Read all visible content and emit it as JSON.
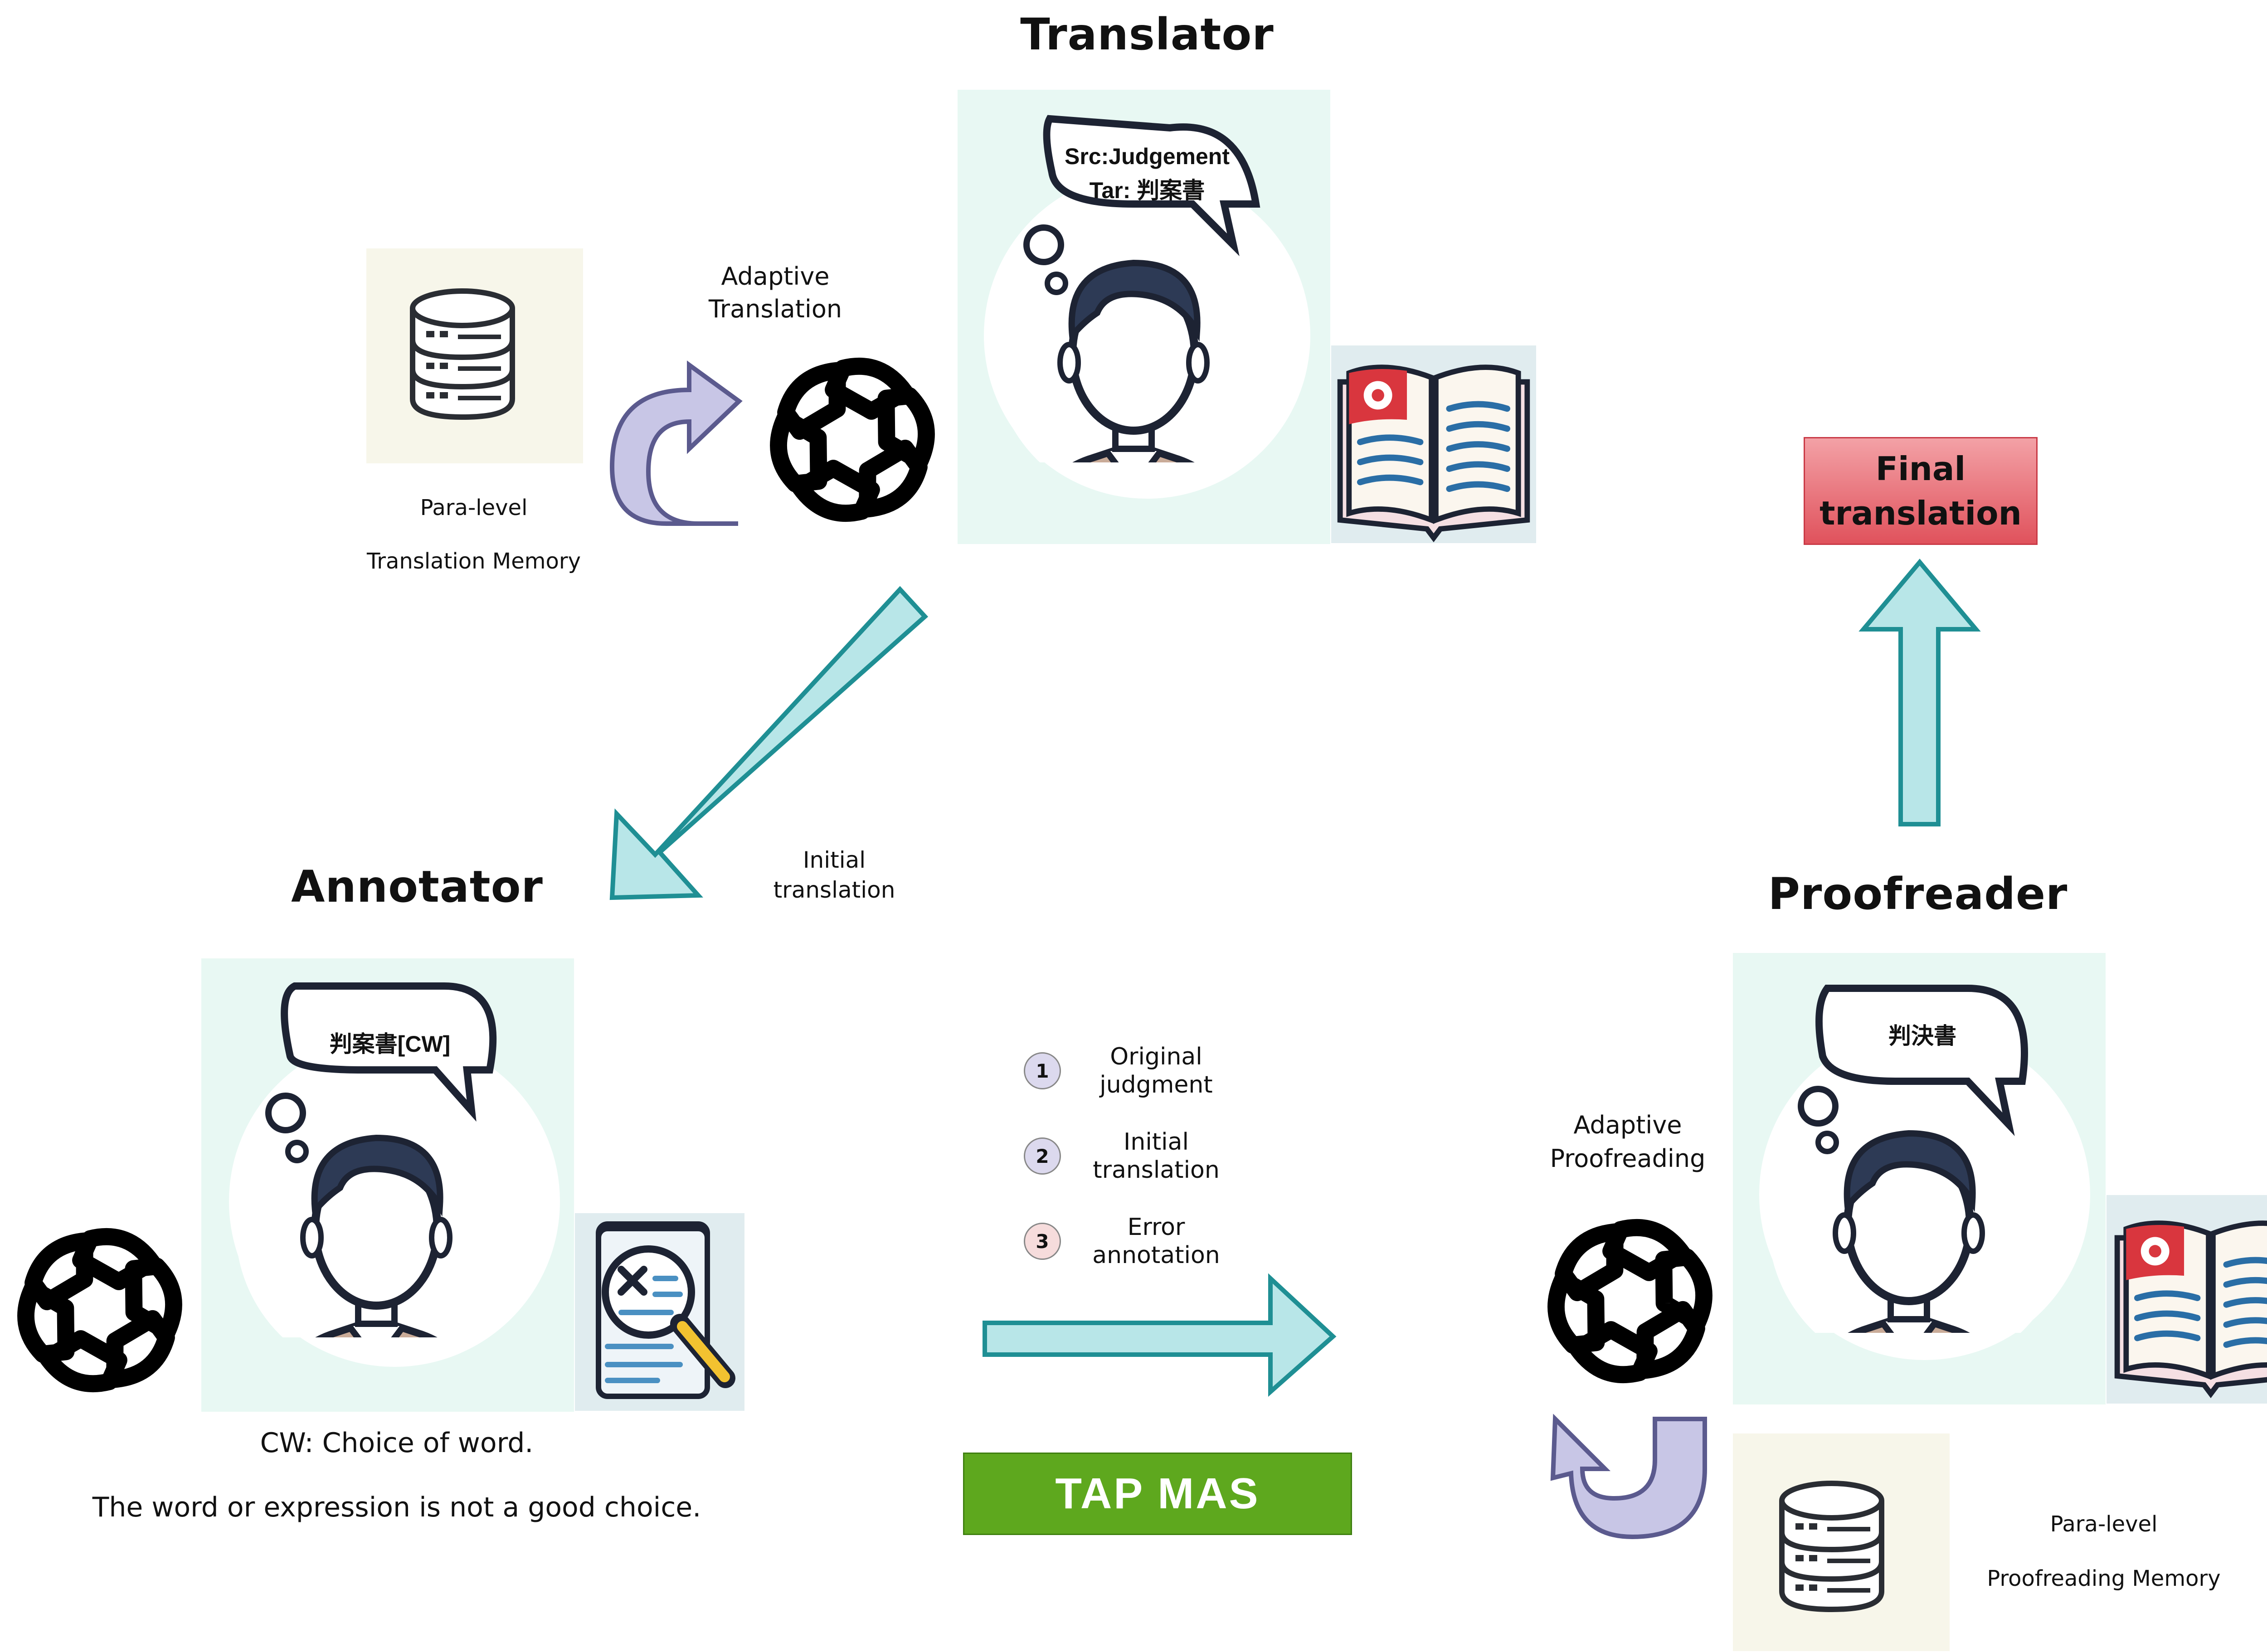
{
  "roles": {
    "translator": "Translator",
    "annotator": "Annotator",
    "proofreader": "Proofreader"
  },
  "translator": {
    "bubble_line1": "Src:Judgement",
    "bubble_line2": "Tar: 判案書",
    "adaptive_line1": "Adaptive",
    "adaptive_line2": "Translation",
    "memory_line1": "Para-level",
    "memory_line2": "Translation Memory"
  },
  "annotator": {
    "bubble": "判案書[CW]",
    "cw_line1": "CW: Choice of word.",
    "cw_line2": "The word or expression is not a good choice."
  },
  "proofreader": {
    "bubble": "判決書",
    "adaptive_line1": "Adaptive",
    "adaptive_line2": "Proofreading",
    "memory_line1": "Para-level",
    "memory_line2": "Proofreading Memory"
  },
  "flow": {
    "initial_line1": "Initial",
    "initial_line2": "translation"
  },
  "final": {
    "line1": "Final",
    "line2": "translation"
  },
  "legend": [
    {
      "num": "1",
      "line1": "Original",
      "line2": "judgment",
      "color": "#dcd9ee"
    },
    {
      "num": "2",
      "line1": "Initial",
      "line2": "translation",
      "color": "#dcd9ee"
    },
    {
      "num": "3",
      "line1": "Error",
      "line2": "annotation",
      "color": "#f6dcdc"
    }
  ],
  "system": "TAP MAS",
  "colors": {
    "panel_bg": "#e8f8f3",
    "arrow_fill": "#b8e6e8",
    "arrow_stroke": "#1f8f94",
    "loop_fill": "#c8c6e6",
    "loop_stroke": "#5b5a8e",
    "db_bg": "#f7f6ea",
    "final_bg": "#e86870",
    "mas_bg": "#5ea81e"
  }
}
